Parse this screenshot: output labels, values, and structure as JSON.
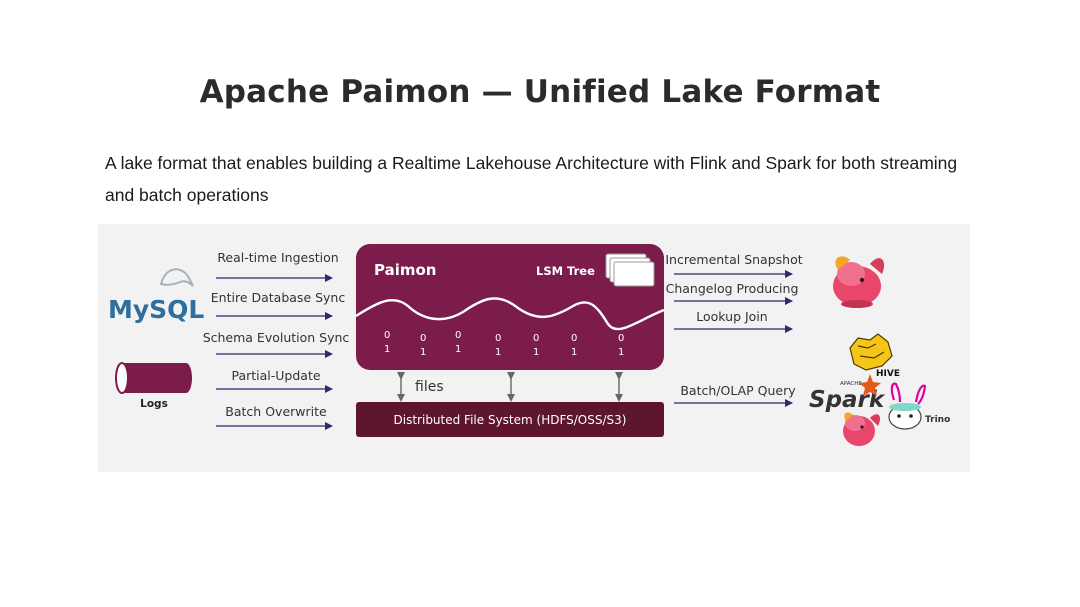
{
  "title": "Apache Paimon — Unified Lake Format",
  "subtitle": "A lake format that enables building a Realtime Lakehouse Architecture with Flink and Spark for both streaming and batch operations",
  "colors": {
    "paimon": "#7b1c4a",
    "fs": "#5e1530",
    "arrow": "#2d2a6e",
    "bg": "#f2f2f2"
  },
  "sources": {
    "mysql": "MySQL",
    "logs": "Logs"
  },
  "inputs": [
    "Real-time Ingestion",
    "Entire Database Sync",
    "Schema Evolution Sync",
    "Partial-Update",
    "Batch Overwrite"
  ],
  "paimon": {
    "title": "Paimon",
    "lsm": "LSM Tree",
    "files_label": "files",
    "bits": [
      "0",
      "1"
    ]
  },
  "storage": {
    "label": "Distributed File System (HDFS/OSS/S3)"
  },
  "outputs": [
    "Incremental Snapshot",
    "Changelog Producing",
    "Lookup  Join",
    "Batch/OLAP Query"
  ],
  "engines": {
    "hive": "HIVE",
    "spark_small": "APACHE",
    "spark": "Spark",
    "trino": "Trino"
  }
}
